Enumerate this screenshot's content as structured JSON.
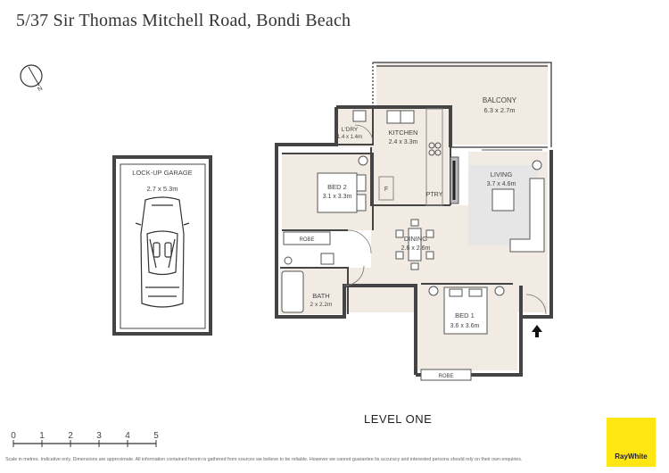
{
  "title": "5/37 Sir Thomas Mitchell Road, Bondi Beach",
  "compass": {
    "label": "N",
    "icon": "compass-icon"
  },
  "rooms": {
    "garage": {
      "name": "LOCK-UP GARAGE",
      "size": "2.7 x 5.3m"
    },
    "balcony": {
      "name": "BALCONY",
      "size": "6.3 x 2.7m"
    },
    "laundry": {
      "name": "L'DRY",
      "size": "1.4 x 1.4m"
    },
    "kitchen": {
      "name": "KITCHEN",
      "size": "2.4 x 3.3m"
    },
    "bed2": {
      "name": "BED 2",
      "size": "3.1 x 3.3m"
    },
    "living": {
      "name": "LIVING",
      "size": "3.7 x 4.6m"
    },
    "dining": {
      "name": "DINING",
      "size": "2.6 x 2.6m"
    },
    "bath": {
      "name": "BATH",
      "size": "2 x 2.2m"
    },
    "bed1": {
      "name": "BED 1",
      "size": "3.6 x 3.6m"
    }
  },
  "fixtures": {
    "robe": "ROBE",
    "pantry": "PTRY",
    "fridge": "F"
  },
  "level": "LEVEL ONE",
  "scale": {
    "ticks": [
      "0",
      "1",
      "2",
      "3",
      "4",
      "5"
    ]
  },
  "disclaimer": "Scale in metres. Indicative only. Dimensions are approximate. All information contained herein is gathered from sources we believe to be reliable. However we cannot guarantee its accuracy and interested persons should rely on their own enquiries.",
  "brand": {
    "name": "RayWhite",
    "color": "#ffe512"
  },
  "colors": {
    "floor": "#f1ebe3",
    "rug": "#e6e6e6",
    "wall": "#444444"
  }
}
